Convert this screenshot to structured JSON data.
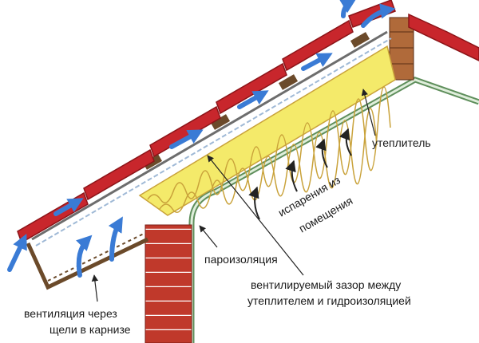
{
  "labels": {
    "insulation": "утеплитель",
    "evaporation_line1": "испарения из",
    "evaporation_line2": "помещения",
    "vapor_barrier": "пароизоляция",
    "gap_line1": "вентилируемый зазор между",
    "gap_line2": "утеплителем и гидроизоляцией",
    "eave_line1": "вентиляция через",
    "eave_line2": "щели в карнизе"
  },
  "colors": {
    "tile": "#c8262c",
    "tile_dark": "#8c1418",
    "brick": "#c0392b",
    "batten": "#6b4a2a",
    "insulation": "#f4ea6a",
    "insulation_stroke": "#c9a23a",
    "membrane": "#5f8f5c",
    "air_arrow": "#3a7bd5",
    "vapor_arrow": "#222222"
  },
  "icons": {
    "air_flow": "air-flow-arrow-icon",
    "vapor": "vapor-rising-arrow-icon",
    "pointer": "pointer-arrow-icon"
  }
}
